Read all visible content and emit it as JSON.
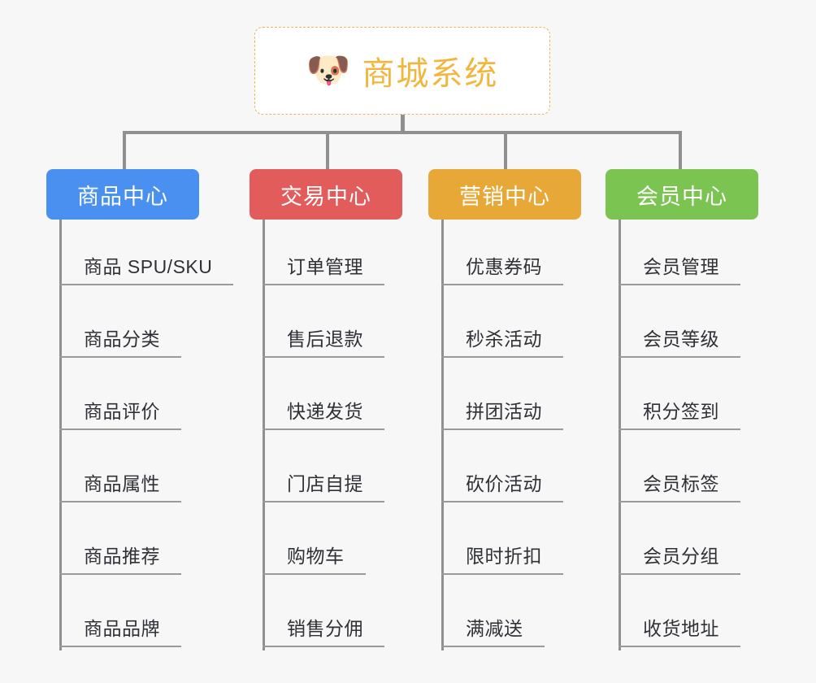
{
  "diagram": {
    "background_color": "#f7f7f7",
    "root": {
      "title": "商城系统",
      "icon": "shiba-dog-emoji",
      "icon_glyph": "🐶",
      "text_color": "#f0b73f",
      "border_color": "#e8b45c",
      "background_color": "#ffffff"
    },
    "connector_color": "#909090",
    "branches": [
      {
        "label": "商品中心",
        "color": "#4a90f0",
        "items": [
          "商品 SPU/SKU",
          "商品分类",
          "商品评价",
          "商品属性",
          "商品推荐",
          "商品品牌"
        ]
      },
      {
        "label": "交易中心",
        "color": "#e25c5c",
        "items": [
          "订单管理",
          "售后退款",
          "快递发货",
          "门店自提",
          "购物车",
          "销售分佣"
        ]
      },
      {
        "label": "营销中心",
        "color": "#e8a838",
        "items": [
          "优惠券码",
          "秒杀活动",
          "拼团活动",
          "砍价活动",
          "限时折扣",
          "满减送"
        ]
      },
      {
        "label": "会员中心",
        "color": "#7cc452",
        "items": [
          "会员管理",
          "会员等级",
          "积分签到",
          "会员标签",
          "会员分组",
          "收货地址"
        ]
      }
    ]
  }
}
